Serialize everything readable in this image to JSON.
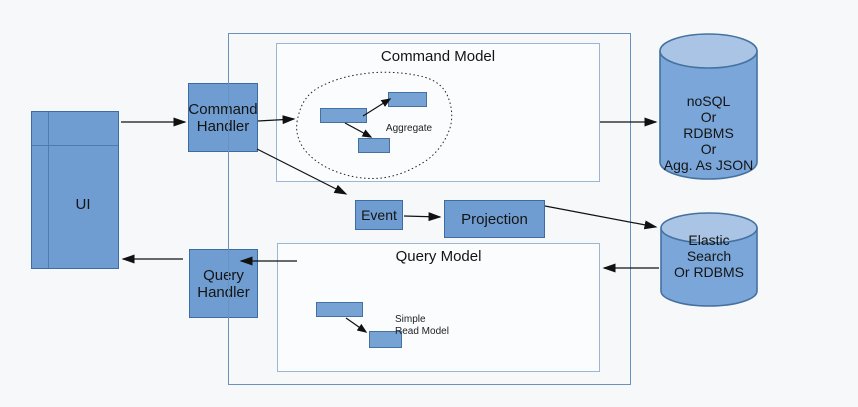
{
  "diagram_type": "CQRS architecture diagram",
  "ui_box": {
    "label": "UI"
  },
  "command_handler": {
    "line1": "Command",
    "line2": "Handler"
  },
  "query_handler": {
    "line1": "Query",
    "line2": "Handler"
  },
  "event_node": {
    "label": "Event"
  },
  "projection_node": {
    "label": "Projection"
  },
  "command_model": {
    "title": "Command Model",
    "aggregate_label": "Aggregate"
  },
  "query_model": {
    "title": "Query Model",
    "read_model_line1": "Simple",
    "read_model_line2": "Read Model"
  },
  "nosql_store": {
    "lines": [
      "noSQL",
      "Or",
      "RDBMS",
      "Or",
      "Agg. As JSON"
    ]
  },
  "elastic_store": {
    "lines": [
      "Elastic",
      "Search",
      "Or RDBMS"
    ]
  },
  "colors": {
    "background": "#f7f8fa",
    "node_fill": "#6f9dd1",
    "node_border": "#3c6ba5",
    "mini_rect_fill": "#76a3d4",
    "cylinder_body": "#7ba6d9",
    "cylinder_top": "#a9c4e5",
    "cylinder_border": "#44719f",
    "outer_frame_border": "#6b92bd",
    "model_box_border": "#9db4d2",
    "arrow": "#111111"
  }
}
